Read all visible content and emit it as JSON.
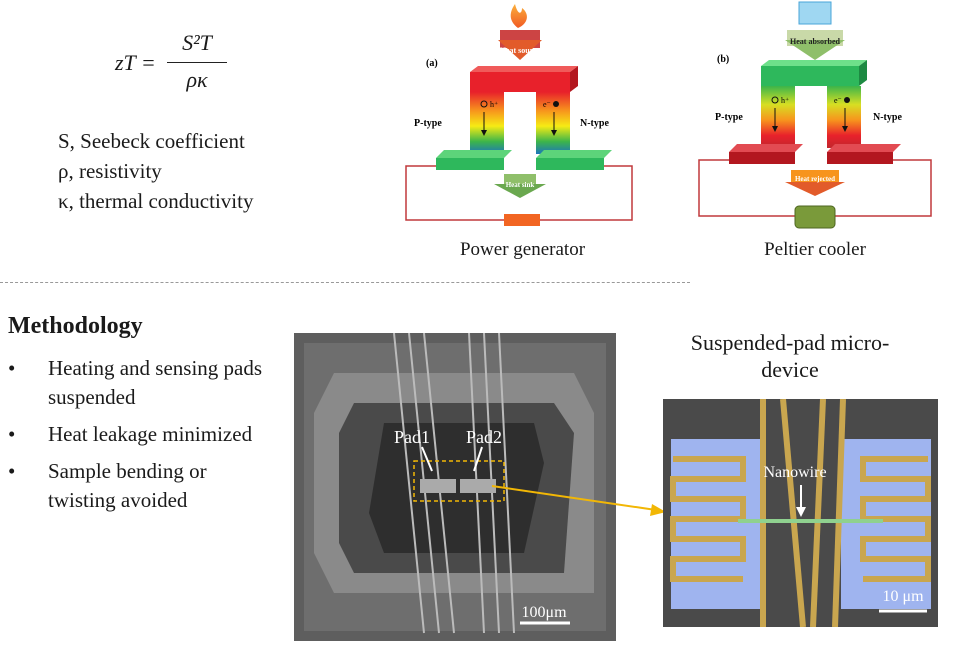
{
  "formula": {
    "lhs": "zT =",
    "numerator": "S²T",
    "denominator": "ρκ"
  },
  "definitions": [
    "S, Seebeck coefficient",
    "ρ, resistivity",
    "κ, thermal conductivity"
  ],
  "panel_a": {
    "label": "(a)",
    "top_arrow": "Heat source",
    "bottom_arrow": "Heat sink",
    "left_leg": "P-type",
    "right_leg": "N-type",
    "carrier_left": "h⁺",
    "carrier_right": "e⁻",
    "caption": "Power generator"
  },
  "panel_b": {
    "label": "(b)",
    "top_arrow": "Heat absorbed",
    "bottom_arrow": "Heat rejected",
    "left_leg": "P-type",
    "right_leg": "N-type",
    "carrier_left": "h⁺",
    "carrier_right": "e⁻",
    "caption": "Peltier cooler"
  },
  "methodology": {
    "title": "Methodology",
    "bullets": [
      "Heating and sensing pads suspended",
      "Heat leakage minimized",
      "Sample bending or twisting avoided"
    ]
  },
  "sem": {
    "pad1": "Pad1",
    "pad2": "Pad2",
    "scale": "100μm",
    "zoom_title": "Suspended-pad micro-device",
    "nanowire": "Nanowire",
    "zoom_scale": "10 μm"
  },
  "colors": {
    "accent_arrow": "#f2b705",
    "wire": "#c0393b",
    "gold": "#c9a64f",
    "pad_blue": "#9fb4ef"
  }
}
